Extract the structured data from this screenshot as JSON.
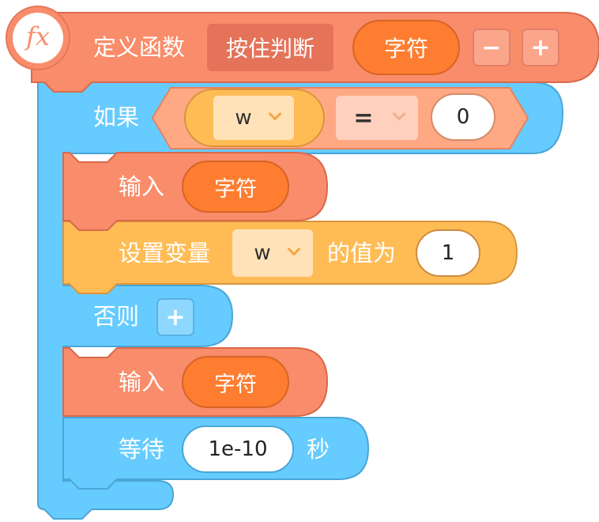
{
  "define_block": {
    "fx_label": "fx",
    "label": "定义函数",
    "function_name": "按住判断",
    "param": "字符",
    "minus": "−",
    "plus": "+"
  },
  "if_block": {
    "label": "如果",
    "var": "w",
    "op": "=",
    "value": "0"
  },
  "input_block_1": {
    "label": "输入",
    "value": "字符"
  },
  "set_var_block": {
    "label": "设置变量",
    "var": "w",
    "suffix": "的值为",
    "value": "1"
  },
  "else_block": {
    "label": "否则",
    "plus": "+"
  },
  "input_block_2": {
    "label": "输入",
    "value": "字符"
  },
  "wait_block": {
    "label": "等待",
    "value": "1e-10",
    "unit": "秒"
  },
  "colors": {
    "define": "#f98c6a",
    "control": "#66cbfe",
    "variable": "#ffbc55",
    "accent_orange": "#fe7d31"
  }
}
